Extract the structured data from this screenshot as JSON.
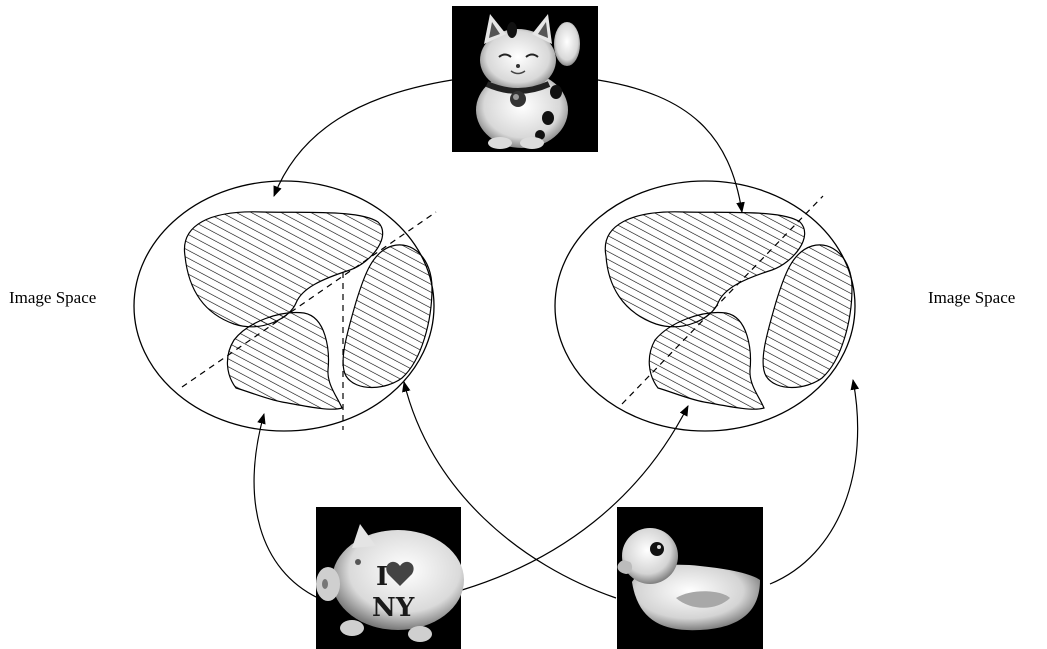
{
  "labels": {
    "left_space": "Image Space",
    "right_space": "Image Space"
  },
  "images": {
    "top": {
      "icon": "lucky-cat-figurine"
    },
    "bottom_left": {
      "icon": "piggy-bank-i-love-ny",
      "text_line1": "I",
      "text_line2": "NY"
    },
    "bottom_right": {
      "icon": "rubber-duck"
    }
  },
  "colors": {
    "stroke": "#000000",
    "hatch": "#000000",
    "photo_bg": "#000000",
    "photo_fg": "#e8e8e8"
  }
}
